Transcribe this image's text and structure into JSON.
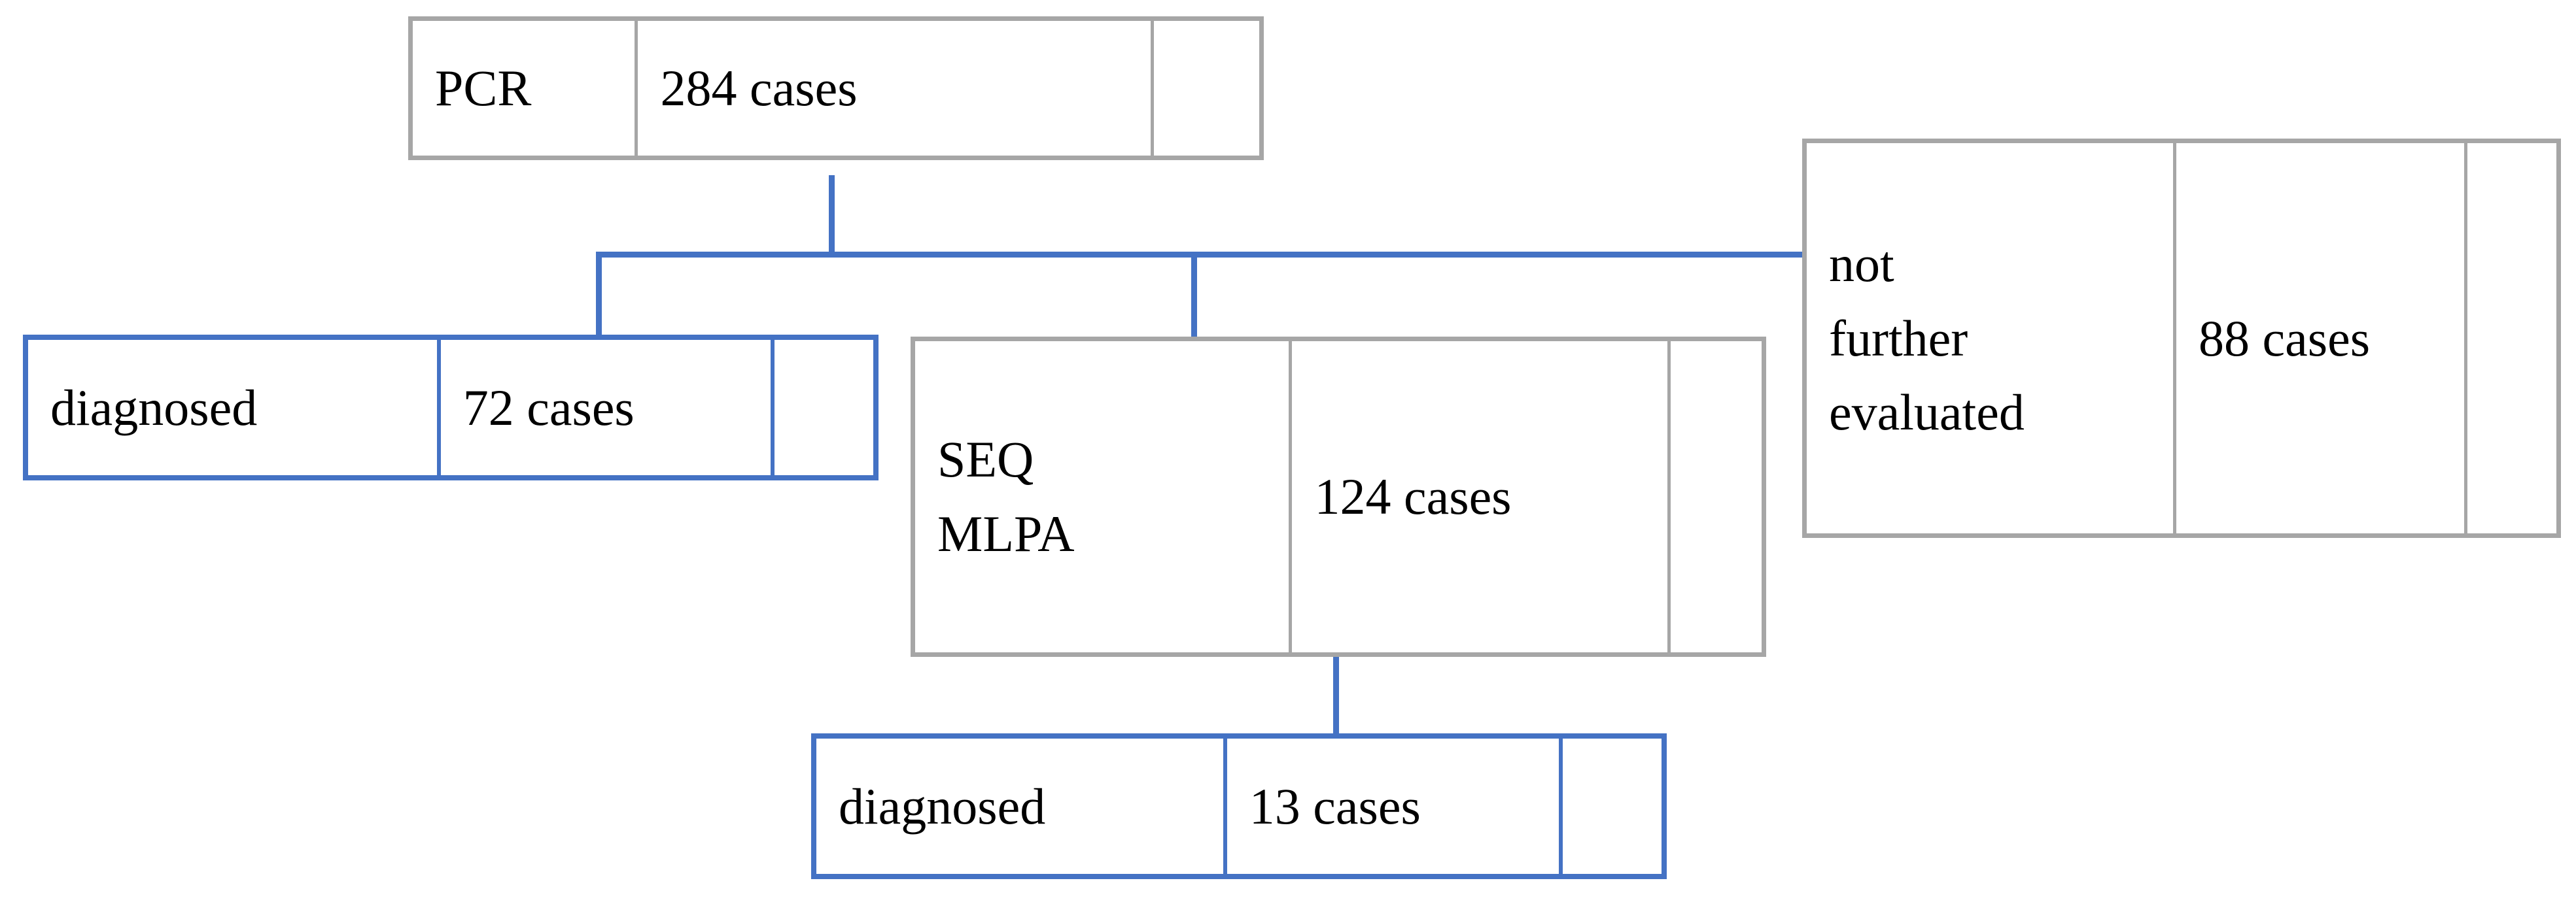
{
  "diagram": {
    "title": "PCR / SEQ-MLPA diagnostic cascade flowchart",
    "accent_blue": "#4472C4",
    "accent_grey": "#A6A6A6",
    "background": "#FFFFFF"
  },
  "nodes": {
    "pcr": {
      "label": "PCR",
      "count": "284 cases",
      "extra": "",
      "border_color": "#A6A6A6",
      "style": "grey"
    },
    "pcr_diagnosed": {
      "label": "diagnosed",
      "count": "72 cases",
      "extra": "",
      "border_color": "#4472C4",
      "style": "blue"
    },
    "seq_mlpa": {
      "label": "SEQ\nMLPA",
      "count": "124 cases",
      "extra": "",
      "border_color": "#A6A6A6",
      "style": "grey"
    },
    "not_evaluated": {
      "label": "not\nfurther\nevaluated",
      "count": "88 cases",
      "extra": "",
      "border_color": "#A6A6A6",
      "style": "grey"
    },
    "seq_diagnosed": {
      "label": "diagnosed",
      "count": "13 cases",
      "extra": "",
      "border_color": "#4472C4",
      "style": "blue"
    }
  },
  "chart_data": {
    "type": "diagram",
    "title": "Diagnostic cascade of cases",
    "nodes": [
      {
        "id": "pcr",
        "label": "PCR",
        "value": 284,
        "value_label": "284 cases",
        "border": "#A6A6A6"
      },
      {
        "id": "pcr_diagnosed",
        "label": "diagnosed",
        "value": 72,
        "value_label": "72 cases",
        "border": "#4472C4"
      },
      {
        "id": "seq_mlpa",
        "label": "SEQ MLPA",
        "value": 124,
        "value_label": "124 cases",
        "border": "#A6A6A6"
      },
      {
        "id": "not_evaluated",
        "label": "not further evaluated",
        "value": 88,
        "value_label": "88 cases",
        "border": "#A6A6A6"
      },
      {
        "id": "seq_diagnosed",
        "label": "diagnosed",
        "value": 13,
        "value_label": "13 cases",
        "border": "#4472C4"
      }
    ],
    "edges": [
      {
        "from": "pcr",
        "to": "pcr_diagnosed"
      },
      {
        "from": "pcr",
        "to": "seq_mlpa"
      },
      {
        "from": "pcr",
        "to": "not_evaluated"
      },
      {
        "from": "seq_mlpa",
        "to": "seq_diagnosed"
      }
    ],
    "edge_color": "#4472C4",
    "units": "cases"
  }
}
